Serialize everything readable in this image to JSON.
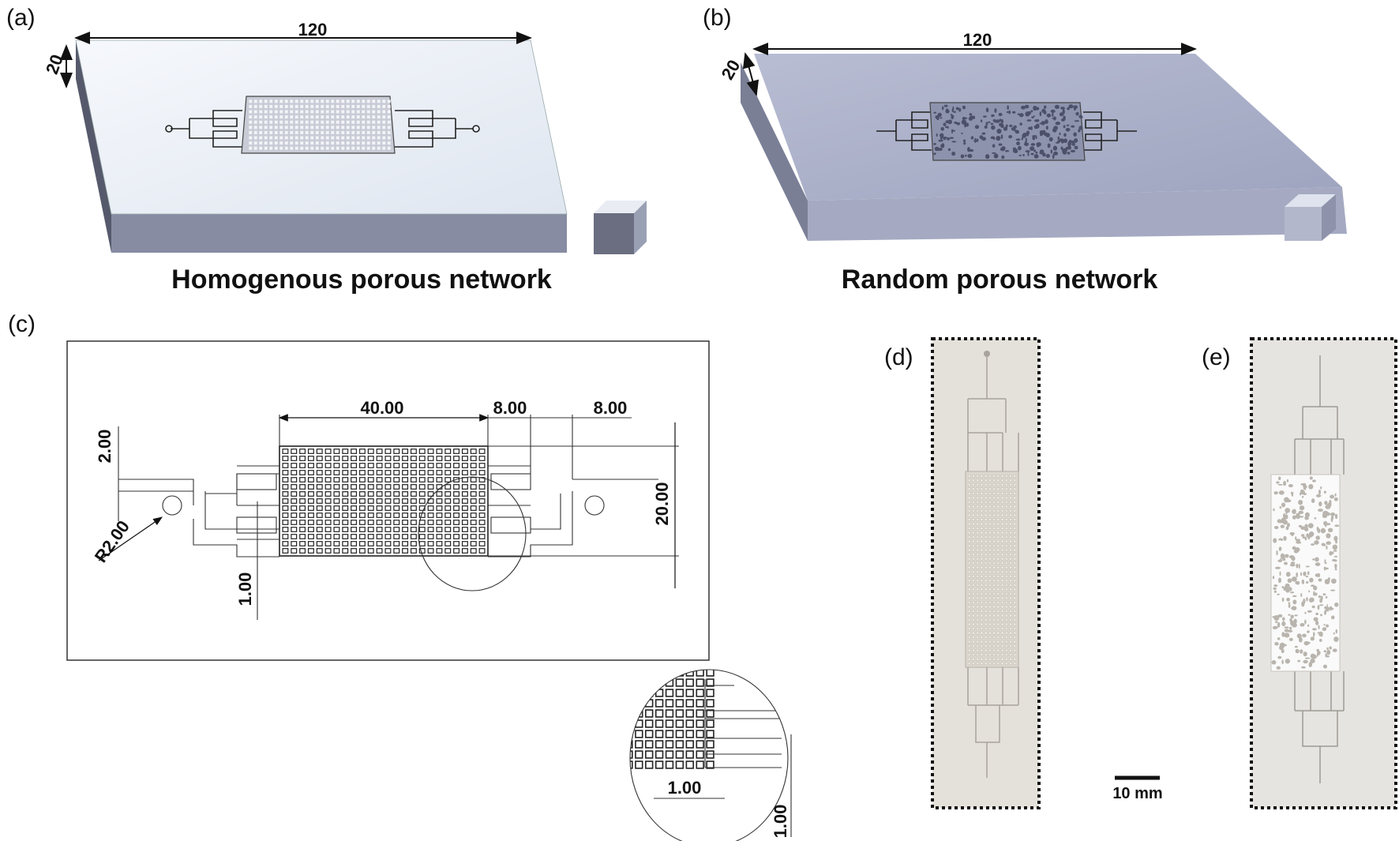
{
  "panels": {
    "a": {
      "label": "(a)",
      "caption": "Homogenous porous network",
      "length": "120",
      "height": "20"
    },
    "b": {
      "label": "(b)",
      "caption": "Random porous network",
      "length": "120",
      "height": "20"
    },
    "c": {
      "label": "(c)",
      "dims": {
        "grid_width": "40.00",
        "branch1": "8.00",
        "branch2": "8.00",
        "inlet_width": "2.00",
        "grid_height": "20.00",
        "radius": "R2.00",
        "channel": "1.00"
      },
      "detail": {
        "pore_width": "1.00",
        "pore_height": "1.00"
      }
    },
    "d": {
      "label": "(d)"
    },
    "e": {
      "label": "(e)"
    }
  },
  "scale_bar": {
    "text": "10 mm"
  },
  "colors": {
    "block_top_a": "#eef2f8",
    "block_top_b": "#aab0c8",
    "photo_bg": "#e4e1da",
    "frame": "#111111"
  }
}
